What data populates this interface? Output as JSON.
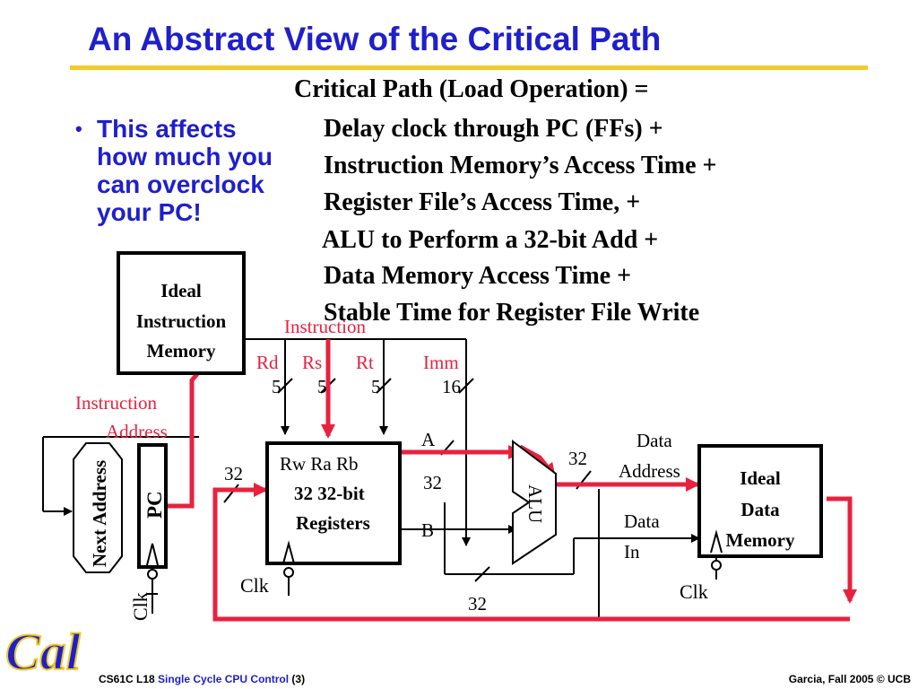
{
  "title": "An Abstract View of the Critical Path",
  "bullet": {
    "marker": "•",
    "lines": [
      "This affects",
      "how much you",
      "can overclock",
      "your PC!"
    ]
  },
  "critical_path": {
    "heading": "Critical Path (Load Operation) =",
    "terms": [
      "Delay clock through PC (FFs) +",
      "Instruction Memory’s Access Time +",
      "Register File’s Access Time, +",
      "ALU to Perform a 32-bit Add +",
      "Data Memory Access Time +",
      "Stable Time for Register File Write"
    ]
  },
  "diagram": {
    "instr_mem": [
      "Ideal",
      "Instruction",
      "Memory"
    ],
    "instruction_label": "Instruction",
    "fields": {
      "rd": "Rd",
      "rs": "Rs",
      "rt": "Rt",
      "imm": "Imm"
    },
    "widths": {
      "rd": "5",
      "rs": "5",
      "rt": "5",
      "imm": "16",
      "reg_in": "32",
      "alu_b": "32",
      "alu_out": "32",
      "reg_a": "32"
    },
    "instr_addr": [
      "Instruction",
      "Address"
    ],
    "next_address": "Next Address",
    "pc": "PC",
    "clk": "Clk",
    "registers": {
      "ports": "Rw Ra  Rb",
      "line1": "32 32-bit",
      "line2": "Registers"
    },
    "alu": "ALU",
    "alu_a": "A",
    "alu_b": "B",
    "data_address": [
      "Data",
      "Address"
    ],
    "data_in": [
      "Data",
      "In"
    ],
    "data_mem": [
      "Ideal",
      "Data",
      "Memory"
    ]
  },
  "colors": {
    "title": "#1f1fcc",
    "rule": "#f2cb2c",
    "path": "#e8213f",
    "label_red": "#e8213f"
  },
  "footer": {
    "course": "CS61C L18",
    "topic": "Single Cycle CPU Control",
    "page": "(3)",
    "right": "Garcia, Fall 2005 © UCB"
  },
  "logo_text": "Cal"
}
